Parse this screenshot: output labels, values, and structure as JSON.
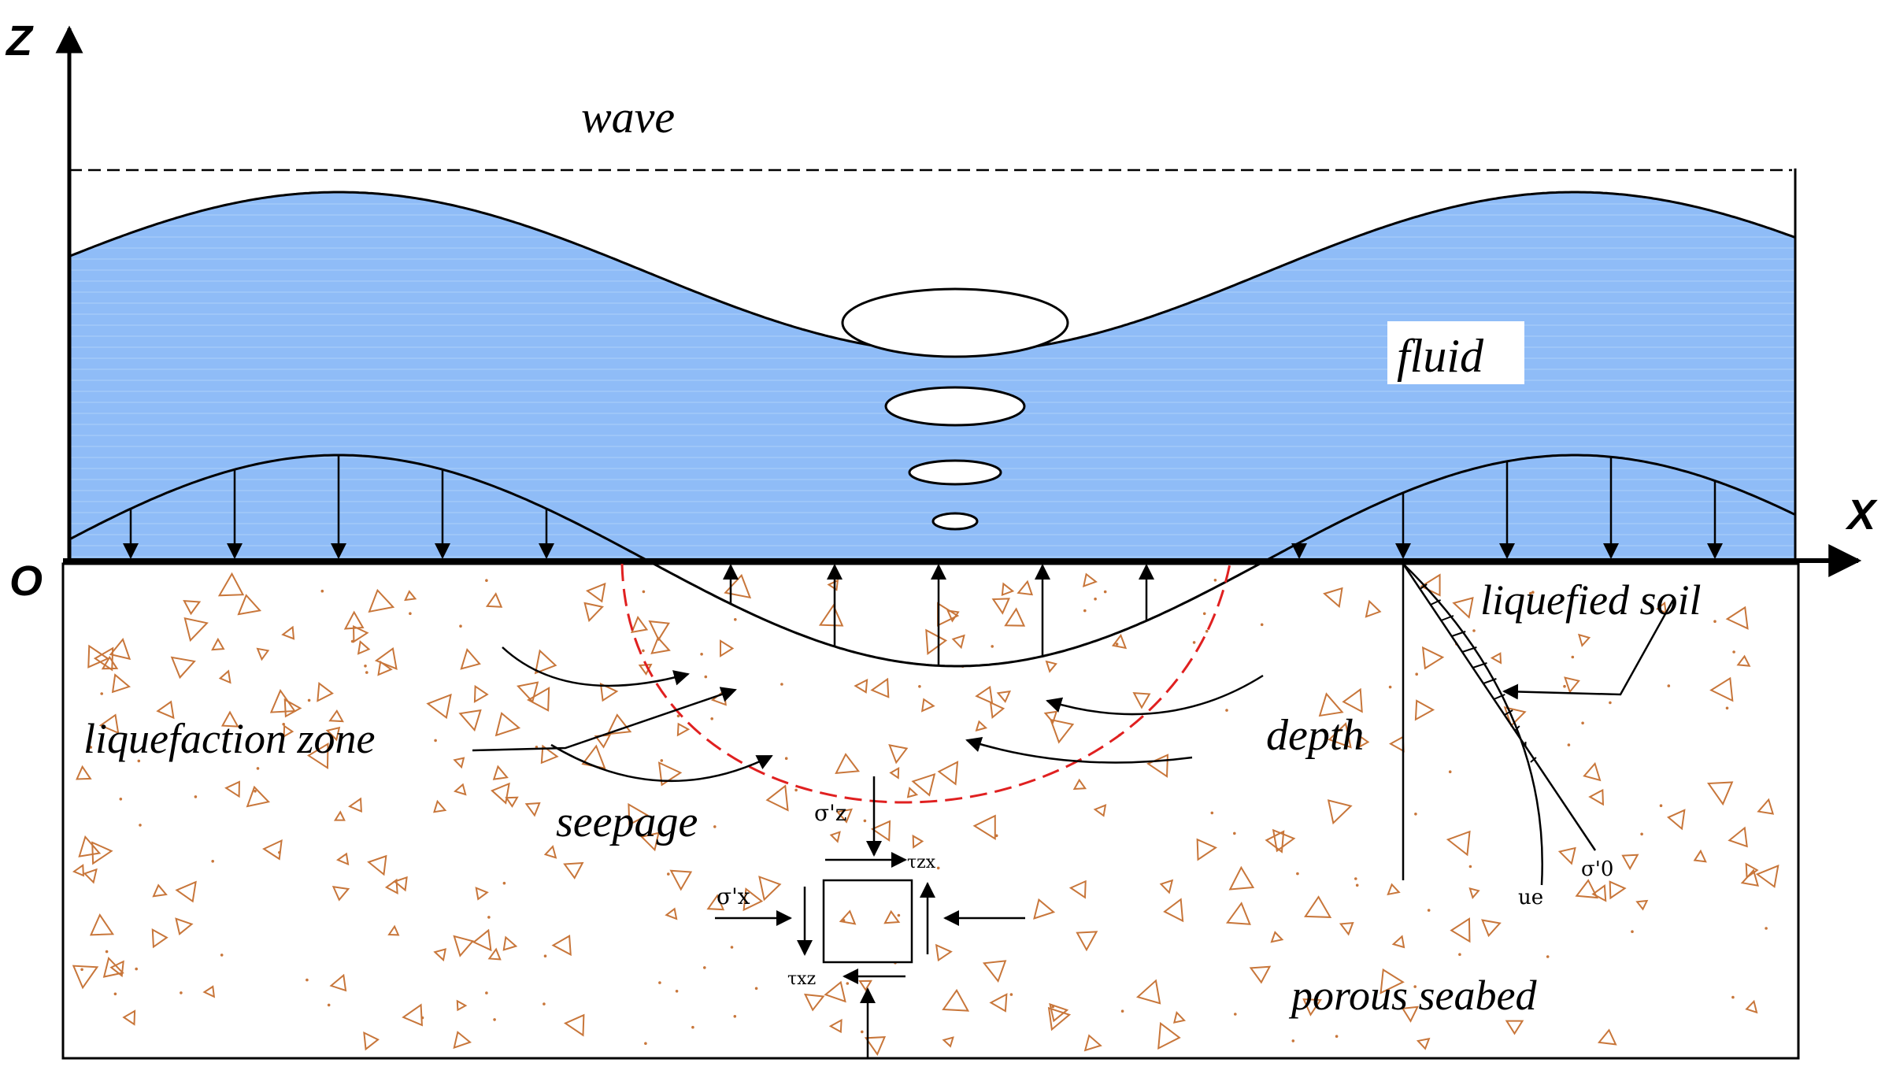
{
  "axes": {
    "z": "Z",
    "x": "X",
    "origin": "O"
  },
  "labels": {
    "wave": "wave",
    "fluid": "fluid",
    "liquefied_soil": "liquefied soil",
    "liquefaction_zone": "liquefaction zone",
    "depth": "depth",
    "seepage": "seepage",
    "porous_seabed": "porous seabed"
  },
  "stress": {
    "sigma_z": "σ'z",
    "sigma_x": "σ'x",
    "tau_zx": "τzx",
    "tau_xz": "τxz",
    "sigma_0": "σ'0",
    "u_e": "ue"
  },
  "colors": {
    "fluid": "#8fbcf7",
    "fluid_stripe": "#a7cbf9",
    "grain": "#c8763a",
    "zone_boundary": "#e02020",
    "line": "#000000"
  },
  "icons": [
    "up-arrow-icon",
    "down-arrow-icon",
    "sand-grain-icon"
  ]
}
